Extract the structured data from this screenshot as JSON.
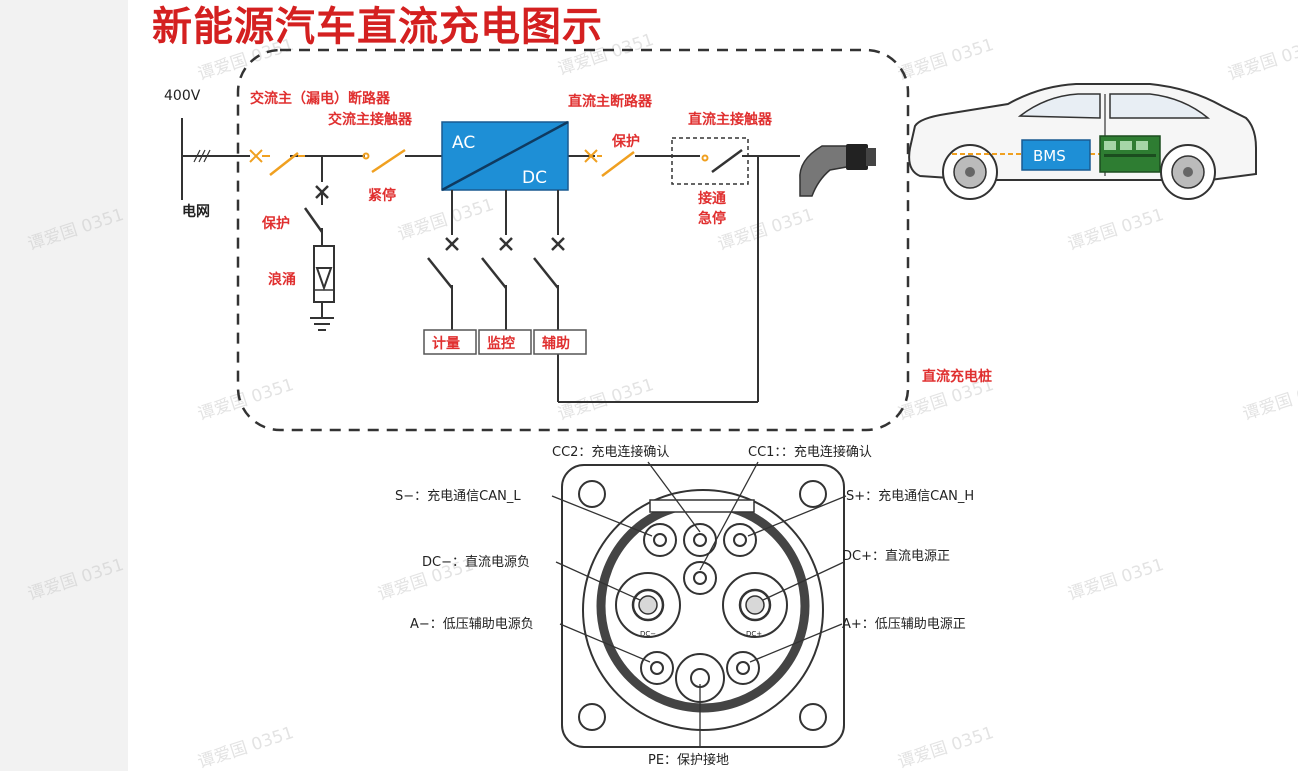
{
  "title": "新能源汽车直流充电图示",
  "grid": {
    "voltage": "400V",
    "label": "电网"
  },
  "station": {
    "label": "直流充电桩",
    "ac_breaker_line1": "交流主（漏电）断路器",
    "ac_breaker_line2": "交流主接触器",
    "protect_left": "保护",
    "surge": "浪涌",
    "emergency_stop": "紧停",
    "converter_ac": "AC",
    "converter_dc": "DC",
    "dc_breaker": "直流主断路器",
    "protect_right": "保护",
    "dc_contactor": "直流主接触器",
    "connect_stop_line1": "接通",
    "connect_stop_line2": "急停",
    "modules": [
      "计量",
      "监控",
      "辅助"
    ]
  },
  "vehicle": {
    "bms": "BMS"
  },
  "connector": {
    "cc2": "CC2：充电连接确认",
    "cc1": "CC1：：充电连接确认",
    "s_minus": "S−：充电通信CAN_L",
    "s_plus": "S+：充电通信CAN_H",
    "dc_minus": "DC−：直流电源负",
    "dc_plus": "DC+：直流电源正",
    "a_minus": "A−：低压辅助电源负",
    "a_plus": "A+：低压辅助电源正",
    "pe": "PE：保护接地",
    "pin_dc_minus": "DC−",
    "pin_dc_plus": "DC+"
  },
  "watermark": "谭爱国 0351",
  "colors": {
    "label_red": "#e03030",
    "title_red": "#d42020",
    "converter_blue": "#1e8fd6",
    "breaker_orange": "#f0a020"
  }
}
